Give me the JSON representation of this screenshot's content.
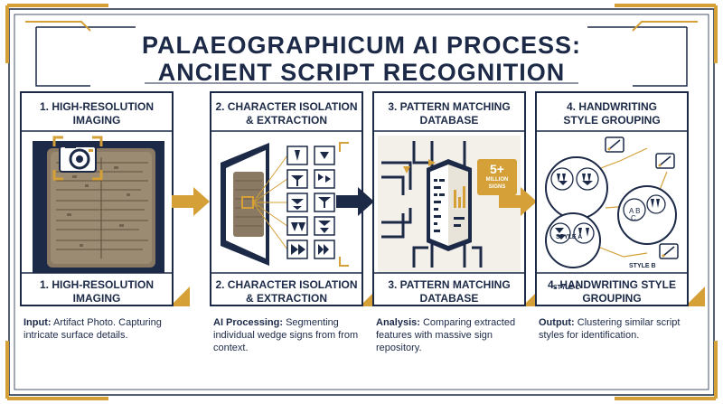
{
  "title": {
    "line1": "PALAEOGRAPHICUM AI PROCESS:",
    "line2": "ANCIENT SCRIPT RECOGNITION"
  },
  "steps": [
    {
      "header": [
        "1. HIGH-RESOLUTION",
        "IMAGING"
      ],
      "footer": [
        "1. HIGH-RESOLUTION",
        "IMAGING"
      ],
      "caption_label": "Input:",
      "caption_text": "Artifact Photo. Capturing intricate surface details."
    },
    {
      "header": [
        "2. CHARACTER ISOLATION",
        "& EXTRACTION"
      ],
      "footer": [
        "2. CHARACTER ISOLATION",
        "& EXTRACTION"
      ],
      "caption_label": "AI Processing:",
      "caption_text": "Segmenting individual wedge signs from from context."
    },
    {
      "header": [
        "3. PATTERN MATCHING",
        "DATABASE"
      ],
      "footer": [
        "3. PATTERN MATCHING",
        "DATABASE"
      ],
      "caption_label": "Analysis:",
      "caption_text": "Comparing extracted features with massive sign repository."
    },
    {
      "header": [
        "4. HANDWRITING",
        "STYLE GROUPING"
      ],
      "footer": [
        "4. HANDWRITING STYLE",
        "GROUPING"
      ],
      "caption_label": "Output:",
      "caption_text": "Clustering similar script styles for identification."
    }
  ],
  "badge": {
    "number": "5+",
    "line1": "MILLION",
    "line2": "SIGNS"
  },
  "styles": {
    "a": "STYLE A",
    "b": "STYLE B",
    "c": "STYLE C"
  },
  "colors": {
    "navy": "#1c2a48",
    "gold": "#d4a037",
    "tablet": "#8a7a63"
  },
  "icons": [
    "camera-icon",
    "server-icon",
    "quill-icon",
    "arrow-right-icon"
  ]
}
